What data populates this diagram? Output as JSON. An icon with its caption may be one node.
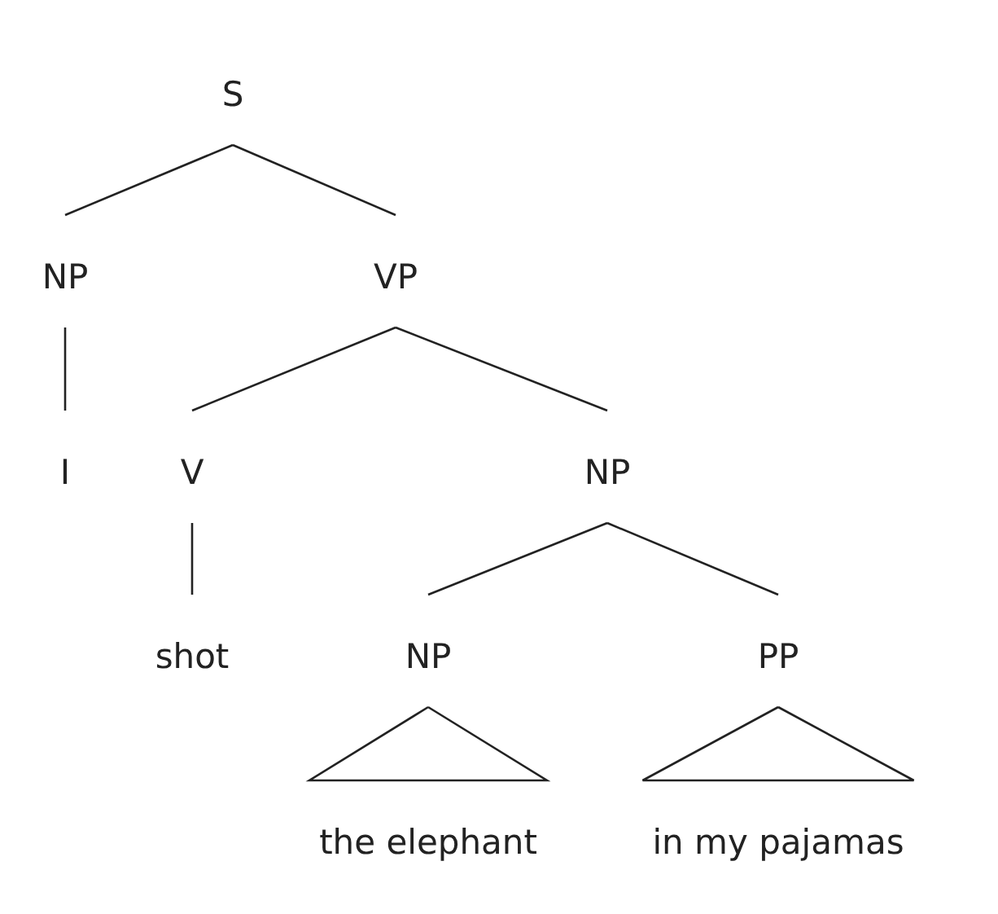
{
  "diagram": {
    "nodes": [
      {
        "text": [
          "S"
        ]
      },
      {
        "text": [
          "NP"
        ]
      },
      {
        "text": [
          "VP"
        ]
      },
      {
        "text": [
          "I"
        ]
      },
      {
        "text": [
          "V"
        ]
      },
      {
        "text": [
          "NP"
        ]
      },
      {
        "text": [
          "shot"
        ]
      },
      {
        "text": [
          "NP"
        ]
      },
      {
        "text": [
          "PP"
        ]
      },
      {
        "text": [
          "the elephant"
        ]
      },
      {
        "text": [
          "in my pajamas"
        ]
      }
    ],
    "edges": [
      {
        "from": 0,
        "to": 1,
        "arrow": "none"
      },
      {
        "from": 0,
        "to": 2,
        "arrow": "none"
      },
      {
        "from": 1,
        "to": 3,
        "arrow": "none"
      },
      {
        "from": 2,
        "to": 4,
        "arrow": "none"
      },
      {
        "from": 2,
        "to": 5,
        "arrow": "none"
      },
      {
        "from": 4,
        "to": 6,
        "arrow": "none"
      },
      {
        "from": 5,
        "to": 7,
        "arrow": "none"
      },
      {
        "from": 5,
        "to": 8,
        "arrow": "none"
      },
      {
        "from": 7,
        "to": 9,
        "arrow": "none"
      },
      {
        "from": 8,
        "to": 10,
        "arrow": "none"
      }
    ]
  }
}
